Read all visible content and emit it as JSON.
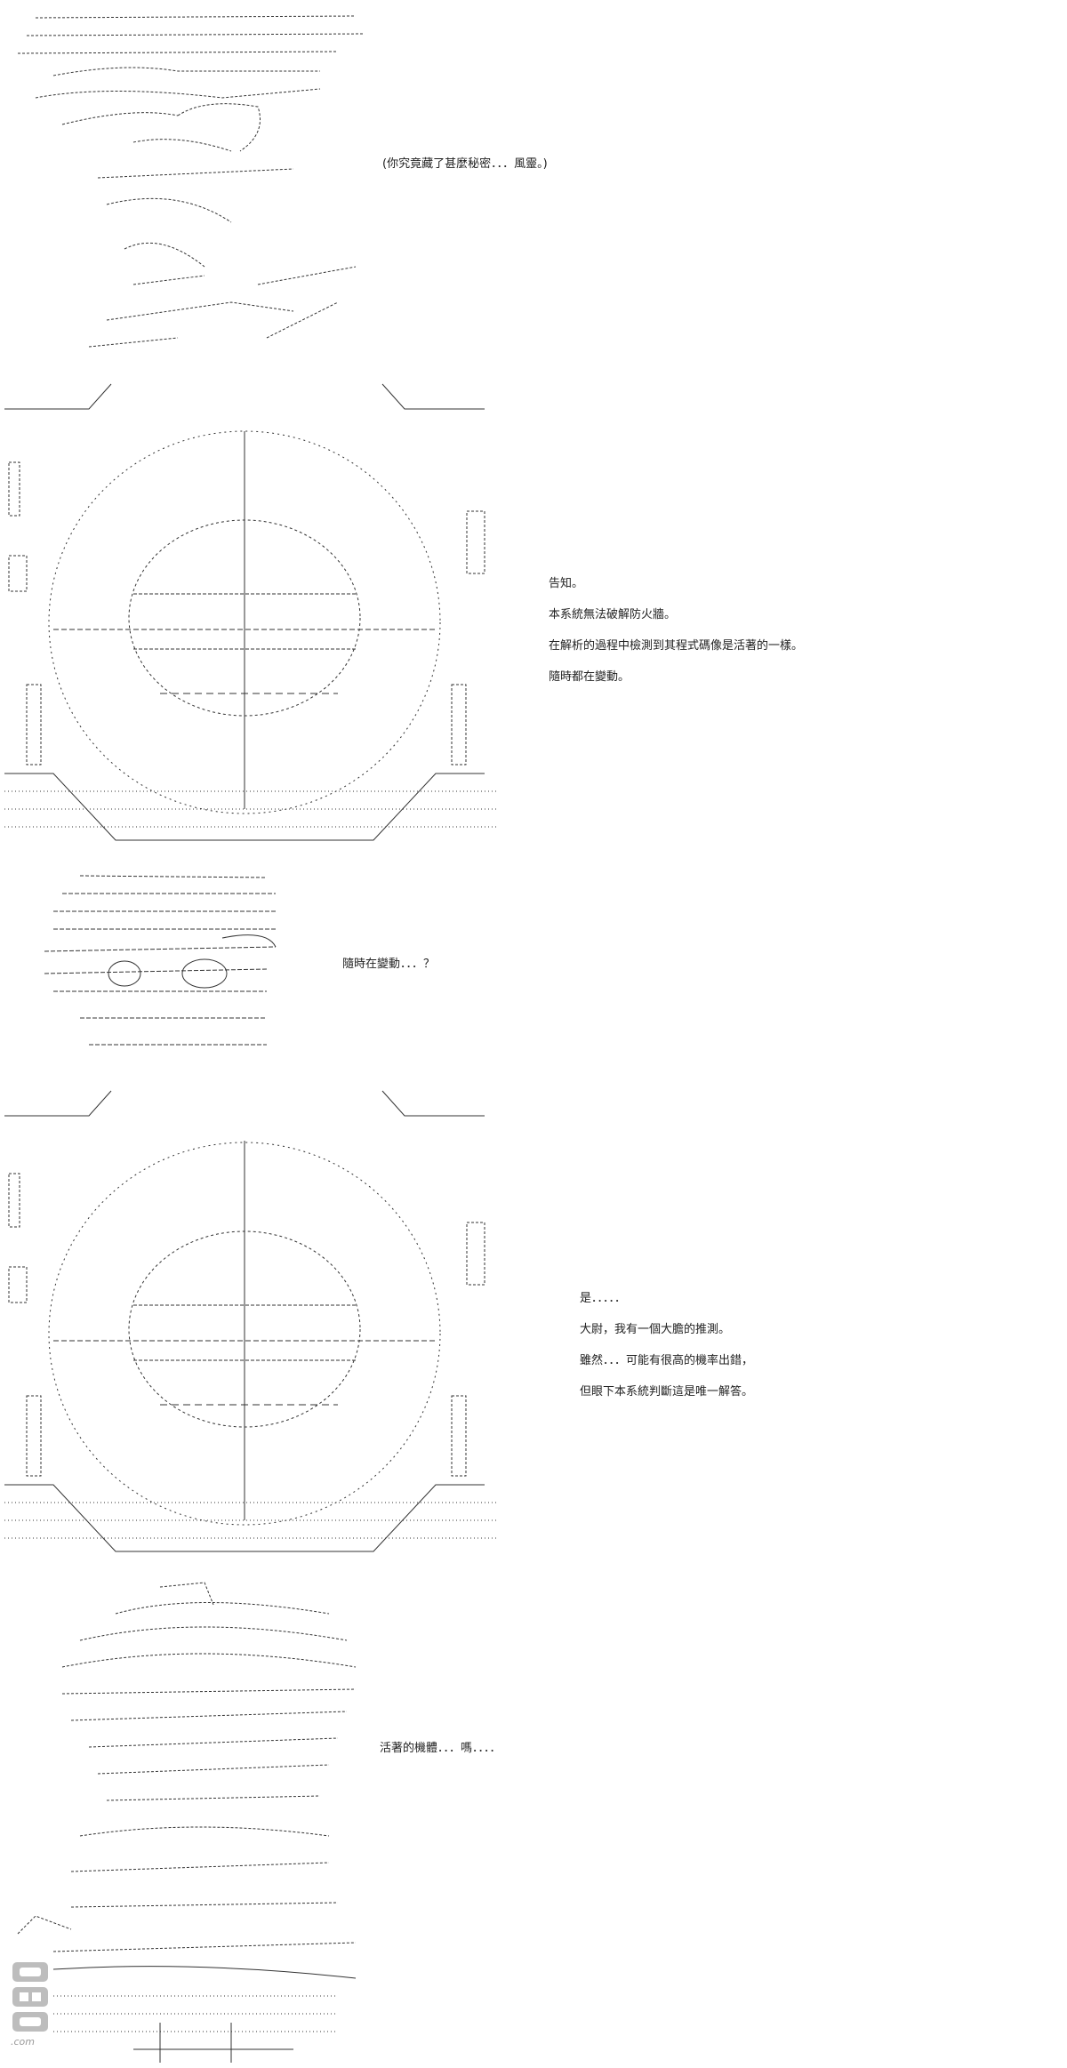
{
  "panels": [
    {
      "id": "panel-1",
      "lines": [
        "(你究竟藏了甚麼秘密．．．風靈。)"
      ]
    },
    {
      "id": "panel-2",
      "lines": [
        "告知。",
        "本系統無法破解防火牆。",
        "在解析的過程中檢測到其程式碼像是活著的一樣。",
        "隨時都在變動。"
      ]
    },
    {
      "id": "panel-3",
      "lines": [
        "隨時在變動．．．？"
      ]
    },
    {
      "id": "panel-4",
      "lines": [
        "是．．．．．",
        "大尉，我有一個大膽的推測。",
        "雖然．．．可能有很高的機率出錯，",
        "但眼下本系統判斷這是唯一解答。"
      ]
    },
    {
      "id": "panel-5",
      "lines": [
        "活著的機體．．．嗎．．．．"
      ]
    }
  ],
  "watermark": {
    "logo": "dm5-logo",
    "text": ".com"
  },
  "colors": {
    "ink": "#2a2a2a",
    "background": "#ffffff",
    "watermark": "#9a9a9a"
  }
}
